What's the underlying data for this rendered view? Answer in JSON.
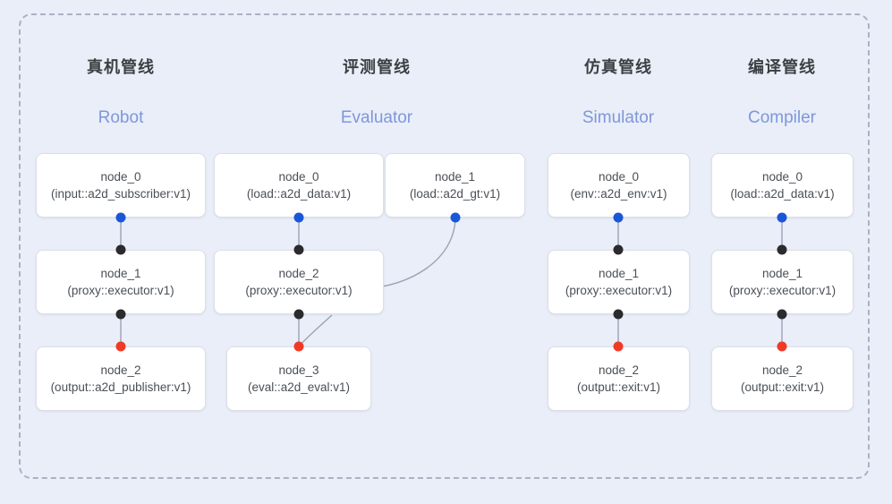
{
  "diagram": {
    "background_color": "#e9eef9",
    "frame_border_color": "#a9b2c4",
    "accent_blue": "#7f97da",
    "port_blue": "#1a57d6",
    "port_black": "#2b2b2f",
    "port_red": "#ef3b26",
    "edge_color": "#9aa2b4"
  },
  "columns": [
    {
      "title": "真机管线",
      "subtitle": "Robot",
      "nodes": [
        {
          "name": "node_0",
          "spec": "(input::a2d_subscriber:v1)"
        },
        {
          "name": "node_1",
          "spec": "(proxy::executor:v1)"
        },
        {
          "name": "node_2",
          "spec": "(output::a2d_publisher:v1)"
        }
      ]
    },
    {
      "title": "评测管线",
      "subtitle": "Evaluator",
      "nodes": [
        {
          "name": "node_0",
          "spec": "(load::a2d_data:v1)"
        },
        {
          "name": "node_1",
          "spec": "(load::a2d_gt:v1)"
        },
        {
          "name": "node_2",
          "spec": "(proxy::executor:v1)"
        },
        {
          "name": "node_3",
          "spec": "(eval::a2d_eval:v1)"
        }
      ]
    },
    {
      "title": "仿真管线",
      "subtitle": "Simulator",
      "nodes": [
        {
          "name": "node_0",
          "spec": "(env::a2d_env:v1)"
        },
        {
          "name": "node_1",
          "spec": "(proxy::executor:v1)"
        },
        {
          "name": "node_2",
          "spec": "(output::exit:v1)"
        }
      ]
    },
    {
      "title": "编译管线",
      "subtitle": "Compiler",
      "nodes": [
        {
          "name": "node_0",
          "spec": "(load::a2d_data:v1)"
        },
        {
          "name": "node_1",
          "spec": "(proxy::executor:v1)"
        },
        {
          "name": "node_2",
          "spec": "(output::exit:v1)"
        }
      ]
    }
  ]
}
